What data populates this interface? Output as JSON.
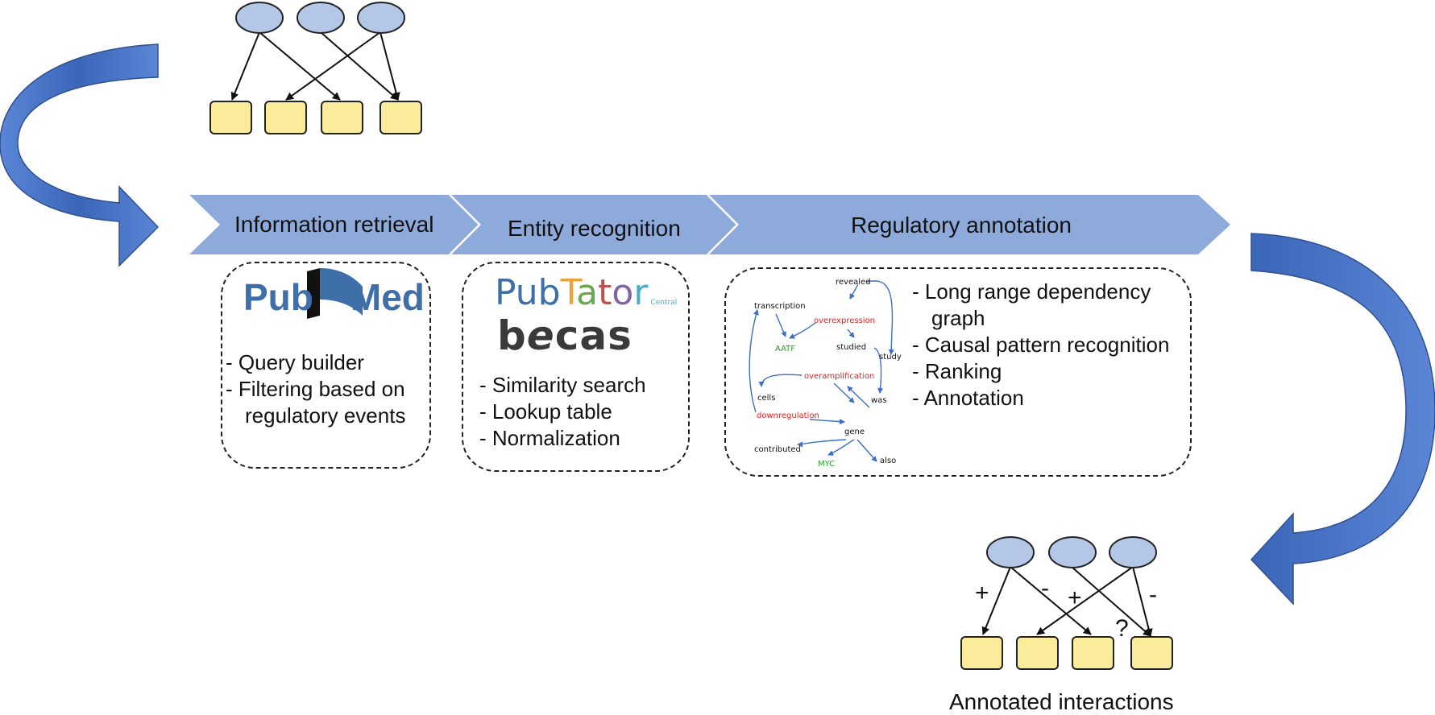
{
  "stages": [
    {
      "label": "Information retrieval"
    },
    {
      "label": "Entity recognition"
    },
    {
      "label": "Regulatory annotation"
    }
  ],
  "retrieval": {
    "logo": "PubMed",
    "items": [
      "- Query builder",
      "- Filtering based on",
      "  regulatory events"
    ]
  },
  "recognition": {
    "logo_pubtator": "PubTator",
    "logo_pubtator_small": "Central",
    "logo_becas": "becas",
    "items": [
      "- Similarity search",
      "- Lookup table",
      "- Normalization"
    ]
  },
  "annotation": {
    "items": [
      "- Long range dependency",
      "  graph",
      "- Causal pattern recognition",
      "- Ranking",
      "- Annotation"
    ],
    "dependency_graph": {
      "words": [
        "revealed",
        "transcription",
        "overexpression",
        "AATF",
        "studied",
        "study",
        "overamplification",
        "cells",
        "was",
        "downregulation",
        "gene",
        "contributed",
        "MYC",
        "also"
      ],
      "colors": {
        "default": "#111111",
        "highlight": "#e02020",
        "gene": "#2ca02c",
        "arrow": "#3d6fc4"
      }
    }
  },
  "network_after": {
    "signs": [
      "+",
      "-",
      "+",
      "-",
      "?"
    ]
  },
  "caption": "Annotated interactions",
  "colors": {
    "chevron": "#8eaadb",
    "curved_arrow": "#4472c4",
    "node_fill": "#b4c7e7",
    "target_fill": "#fbec9c"
  }
}
